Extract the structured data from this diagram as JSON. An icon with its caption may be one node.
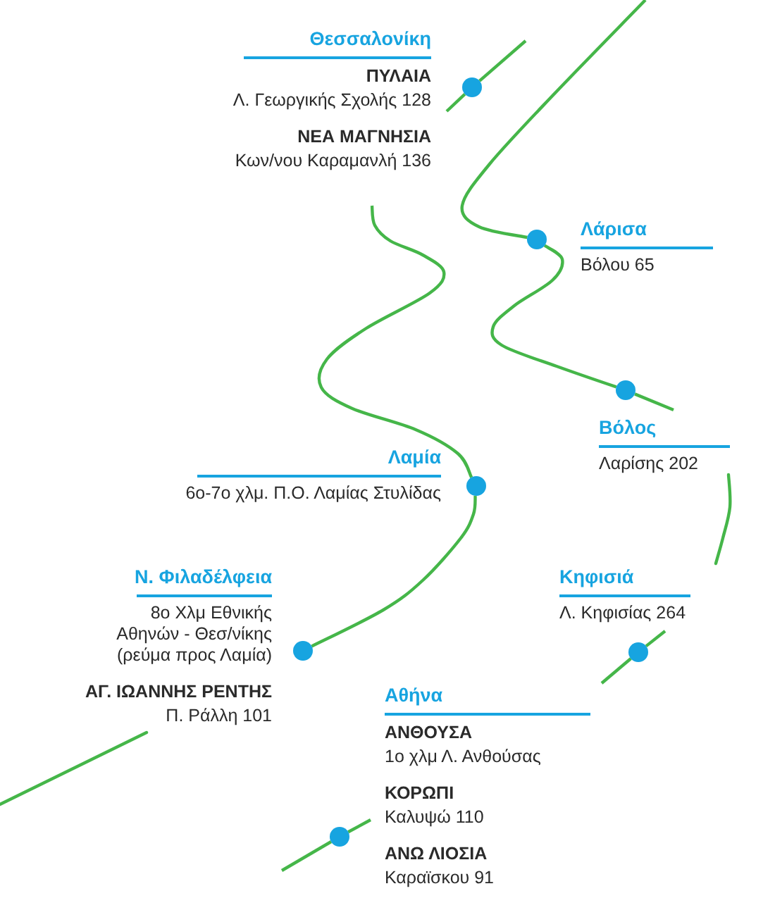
{
  "diagram": {
    "nodes": [
      {
        "text": [],
        "shape": "circle",
        "beside": [
          "Θεσσαλονίκη",
          "ΠΥΛΑΙΑ",
          "Λ. Γεωργικής Σχολής 128",
          "ΝΕΑ ΜΑΓΝΗΣΙΑ",
          "Κων/νου Καραμανλή 136"
        ]
      },
      {
        "text": [],
        "shape": "circle",
        "beside": [
          "Λάρισα",
          "Βόλου 65"
        ]
      },
      {
        "text": [],
        "shape": "circle",
        "beside": [
          "Βόλος",
          "Λαρίσης 202"
        ]
      },
      {
        "text": [],
        "shape": "circle",
        "beside": [
          "Λαμία",
          "6ο-7ο χλμ. Π.Ο. Λαμίας Στυλίδας"
        ]
      },
      {
        "text": [],
        "shape": "circle",
        "beside": [
          "Ν. Φιλαδέλφεια",
          "8ο Χλμ Εθνικής Αθηνών - Θεσ/νίκης (ρεύμα προς Λαμία)",
          "ΑΓ. ΙΩΑΝΝΗΣ ΡΕΝΤΗΣ",
          "Π. Ράλλη 101"
        ]
      },
      {
        "text": [],
        "shape": "circle",
        "beside": [
          "Κηφισιά",
          "Λ. Κηφισίας 264"
        ]
      },
      {
        "text": [],
        "shape": "circle",
        "beside": [
          "Αθήνα",
          "ΑΝΘΟΥΣΑ",
          "1ο χλμ Λ. Ανθούσας",
          "ΚΟΡΩΠΙ",
          "Καλυψώ 110",
          "ΑΝΩ ΛΙΟΣΙΑ",
          "Καραϊσκου 91"
        ]
      }
    ],
    "edges": [
      {
        "from": null,
        "to": 0,
        "arrow": "none"
      },
      {
        "from": 0,
        "to": null,
        "arrow": "none"
      },
      {
        "from": null,
        "to": 1,
        "arrow": "none"
      },
      {
        "from": 1,
        "to": 2,
        "arrow": "none"
      },
      {
        "from": 2,
        "to": null,
        "arrow": "none"
      },
      {
        "from": null,
        "to": 3,
        "arrow": "none"
      },
      {
        "from": 3,
        "to": 4,
        "arrow": "none"
      },
      {
        "from": null,
        "to": 5,
        "arrow": "none"
      },
      {
        "from": 5,
        "to": null,
        "arrow": "none"
      },
      {
        "from": null,
        "to": 6,
        "arrow": "none"
      },
      {
        "from": 6,
        "to": null,
        "arrow": "none"
      }
    ]
  }
}
